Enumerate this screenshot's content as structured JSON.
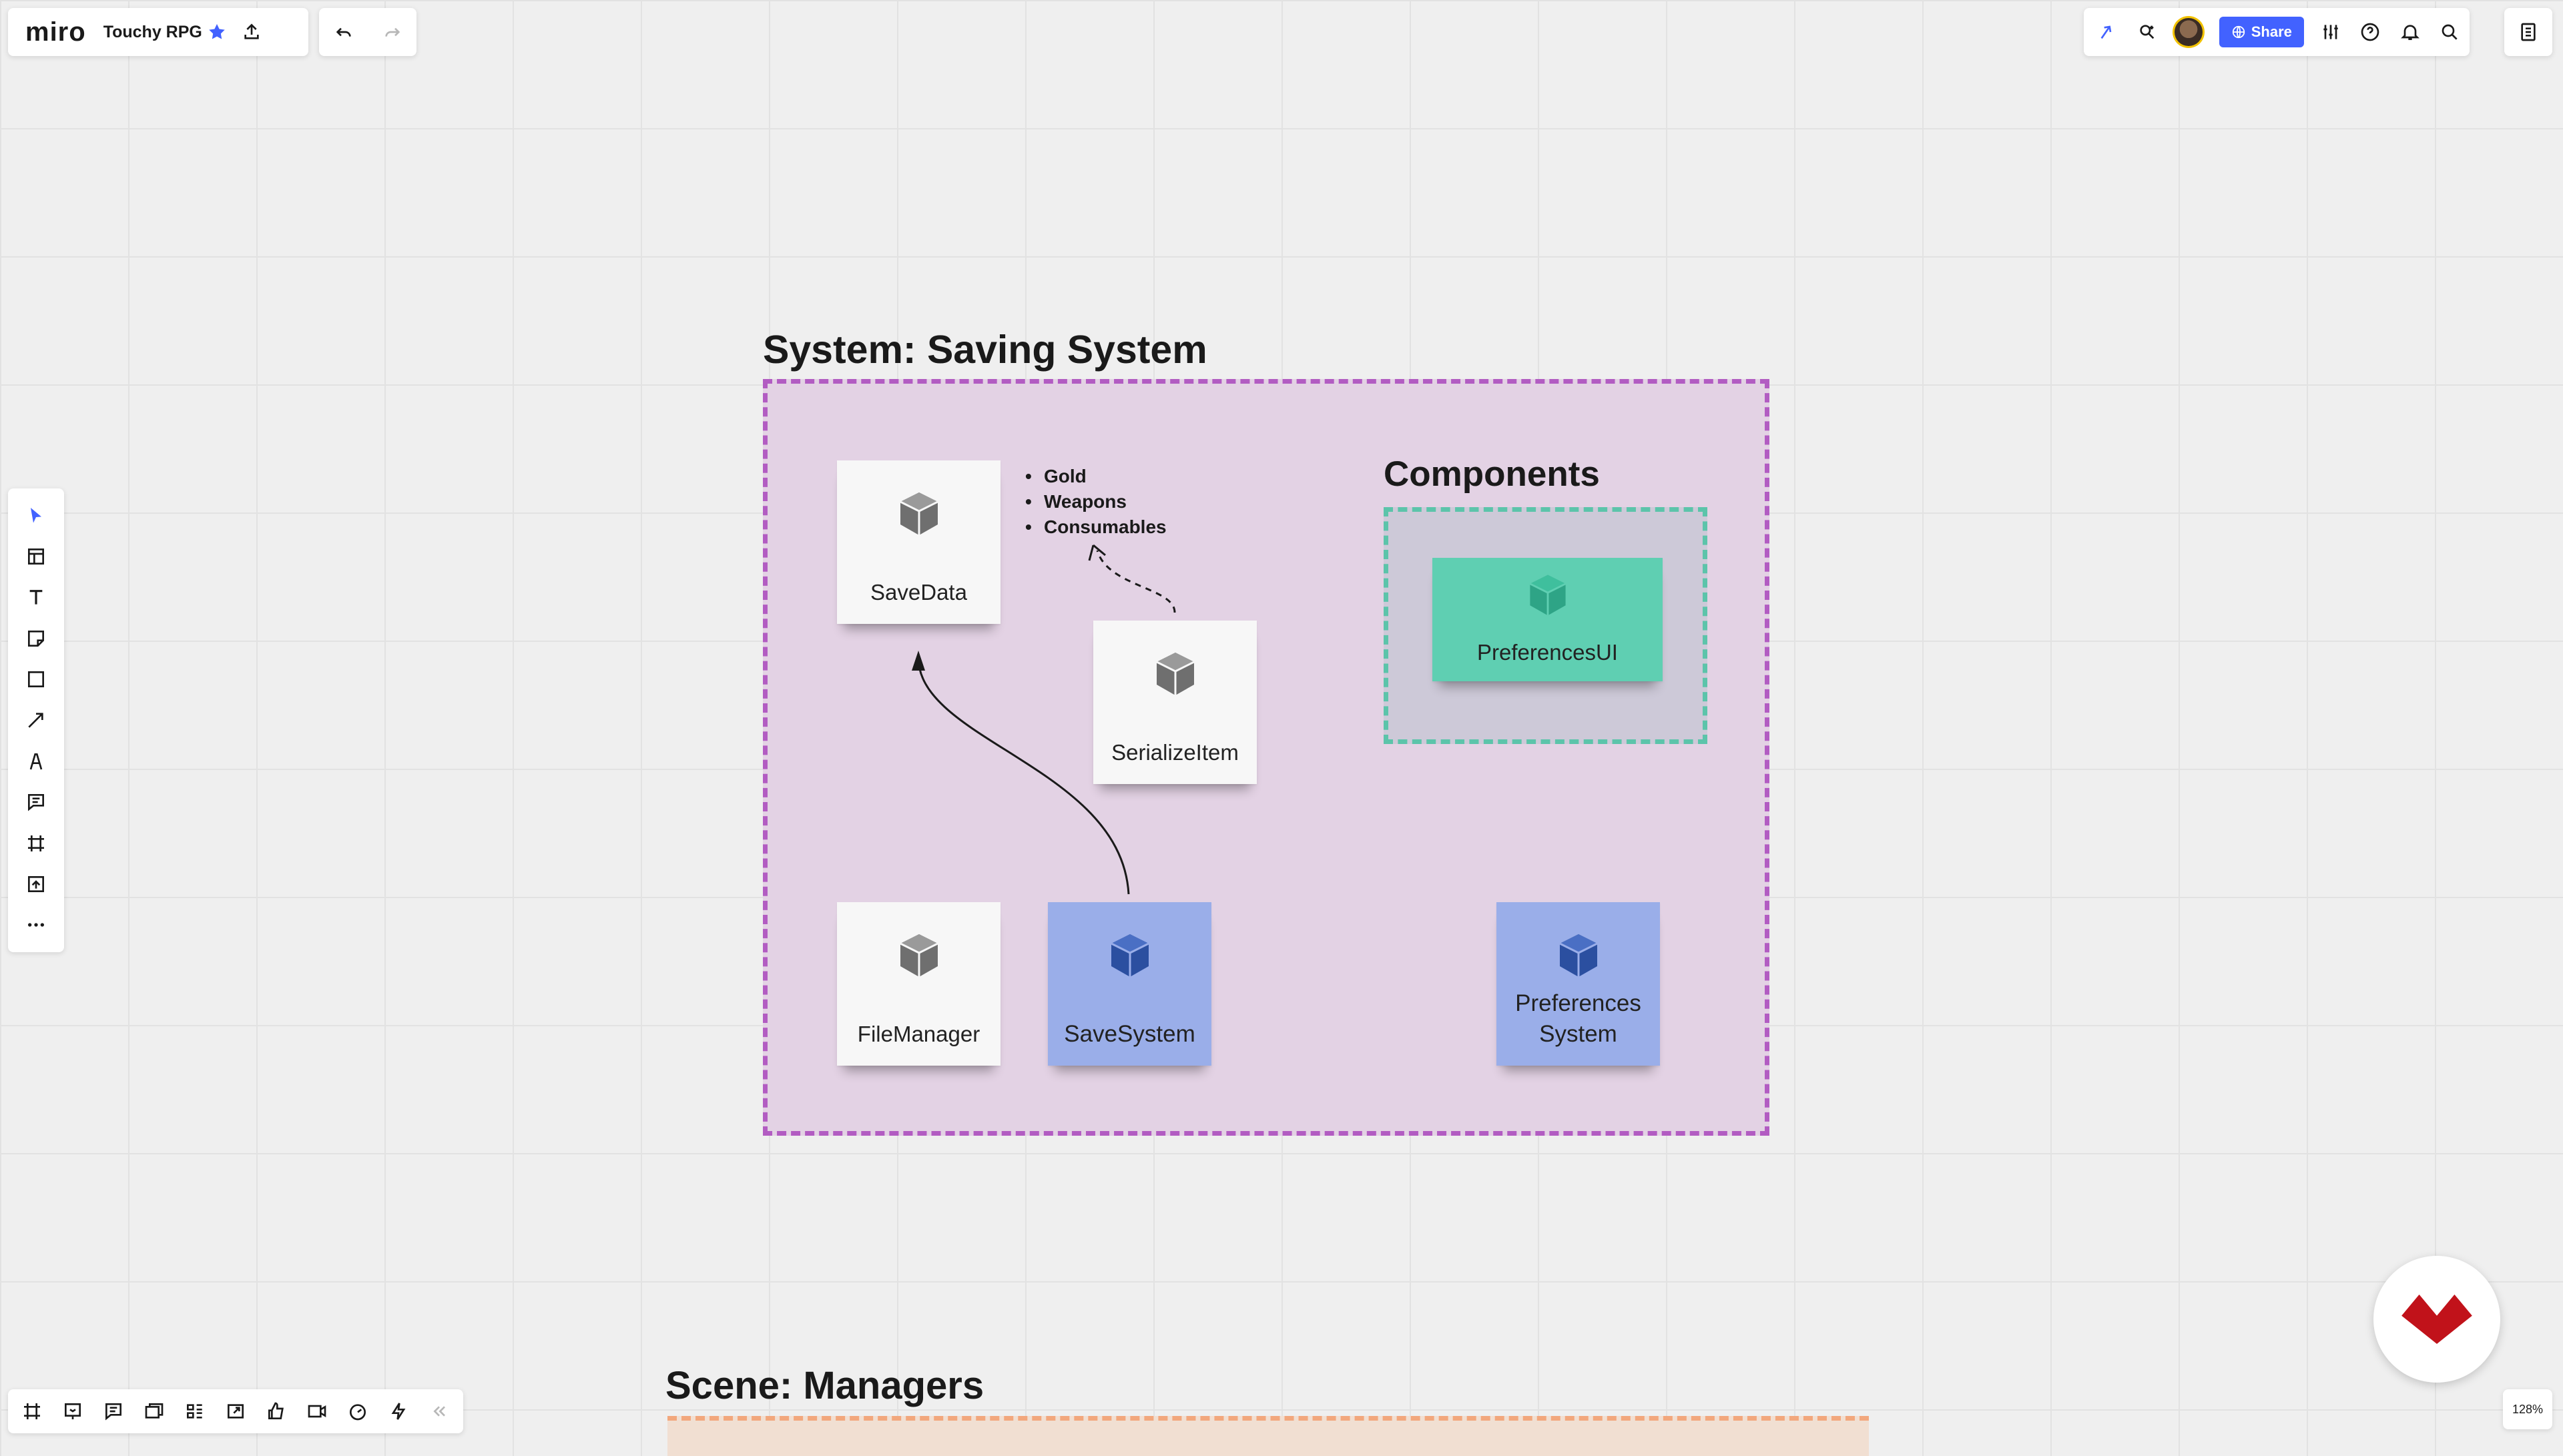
{
  "app": {
    "logo": "miro",
    "board_title": "Touchy RPG"
  },
  "topbar_right": {
    "share_label": "Share"
  },
  "canvas": {
    "frame_title": "System: Saving System",
    "components_title": "Components",
    "scene_title": "Scene: Managers",
    "bullets": [
      "Gold",
      "Weapons",
      "Consumables"
    ],
    "stickies": {
      "savedata": "SaveData",
      "serializeitem": "SerializeItem",
      "filemanager": "FileManager",
      "savesystem": "SaveSystem",
      "preferences_system": "Preferences System",
      "preferences_ui": "PreferencesUI"
    }
  },
  "zoom": "128%",
  "colors": {
    "frame_border": "#b25cc2",
    "frame_fill": "#e3d2e4",
    "components_border": "#5cc4aa",
    "blue_sticky": "#9aaee9",
    "green_sticky": "#5fcfb2",
    "accent": "#4262ff",
    "fab": "#c1121a"
  },
  "icons": {
    "left_toolbar": [
      "cursor-icon",
      "templates-icon",
      "text-icon",
      "sticky-note-icon",
      "shape-icon",
      "connector-icon",
      "pen-icon",
      "comment-icon",
      "frame-icon",
      "upload-icon",
      "more-icon"
    ],
    "bottom_toolbar": [
      "frames-icon",
      "presentation-icon",
      "comments-icon",
      "cards-icon",
      "kanban-icon",
      "share-screen-icon",
      "reactions-icon",
      "video-icon",
      "timer-icon",
      "lightning-icon",
      "collapse-icon"
    ]
  }
}
